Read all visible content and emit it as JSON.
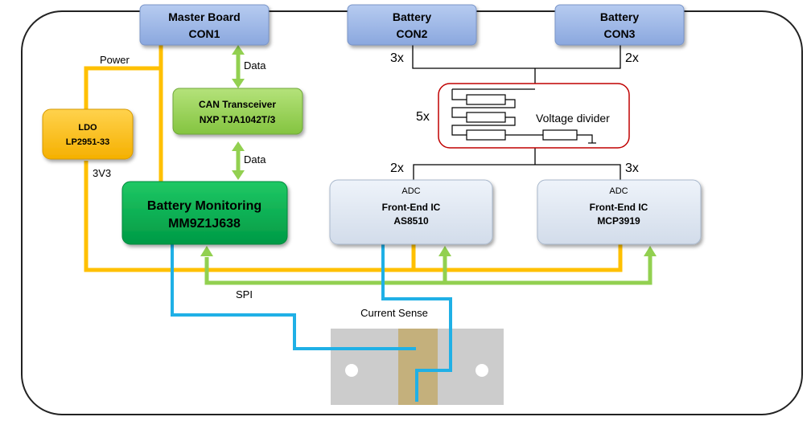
{
  "connectors": {
    "master": {
      "line1": "Master Board",
      "line2": "CON1"
    },
    "con2": {
      "line1": "Battery",
      "line2": "CON2"
    },
    "con3": {
      "line1": "Battery",
      "line2": "CON3"
    }
  },
  "blocks": {
    "can": {
      "line1": "CAN Transceiver",
      "line2": "NXP TJA1042T/3"
    },
    "ldo": {
      "line1": "LDO",
      "line2": "LP2951-33"
    },
    "bms": {
      "line1": "Battery Monitoring",
      "line2": "MM9Z1J638"
    },
    "afe1": {
      "line0": "ADC",
      "line1": "Front-End IC",
      "line2": "AS8510"
    },
    "afe2": {
      "line0": "ADC",
      "line1": "Front-End IC",
      "line2": "MCP3919"
    }
  },
  "labels": {
    "power": "Power",
    "data_top": "Data",
    "data_bottom": "Data",
    "v3v3": "3V3",
    "con2_mult": "3x",
    "con3_mult": "2x",
    "divider_mult": "5x",
    "divider": "Voltage divider",
    "afe1_mult": "2x",
    "afe2_mult": "3x",
    "spi": "SPI",
    "current_sense": "Current Sense"
  },
  "colors": {
    "connector_fill": "#9fb8e6",
    "can_fill": "#92d050",
    "ldo_fill": "#ffc000",
    "bms_fill": "#00b050",
    "afe_fill": "#dce6f2",
    "power_wire": "#ffc000",
    "data_wire": "#92d050",
    "spi_wire": "#1fb0e6",
    "divider_outline": "#c00000",
    "shunt_metal": "#cccccc",
    "shunt_core": "#c4b07c"
  }
}
